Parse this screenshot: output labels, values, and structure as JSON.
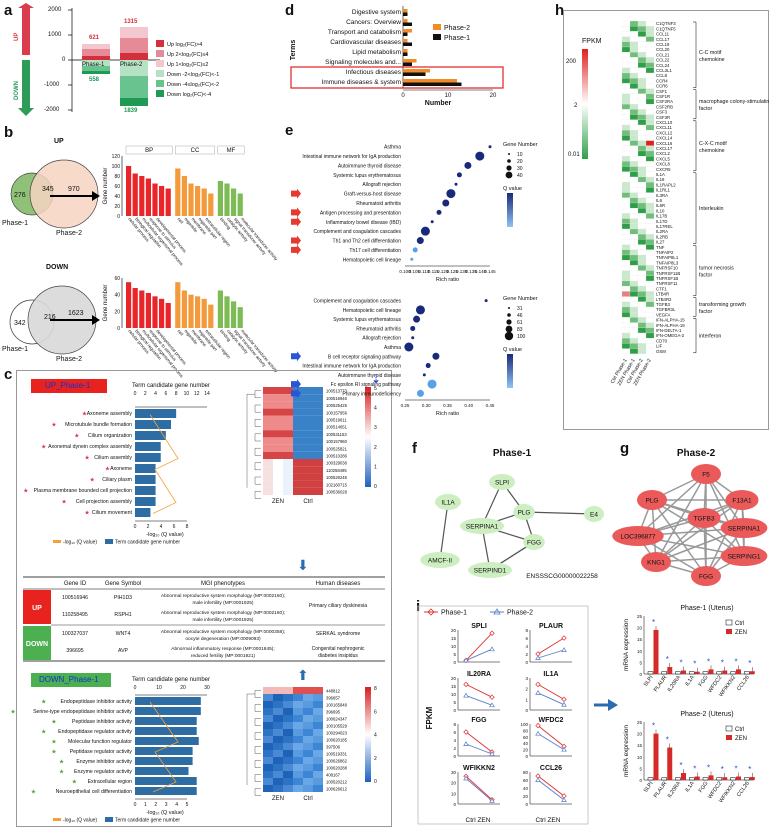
{
  "panel_labels": {
    "a": "a",
    "b": "b",
    "c": "c",
    "d": "d",
    "e": "e",
    "f": "f",
    "g": "g",
    "h": "h",
    "i": "i"
  },
  "panel_a": {
    "up_arrow": "UP",
    "down_arrow": "DOWN",
    "yticks": [
      "2000",
      "1000",
      "0",
      "-1000",
      "-2000"
    ],
    "categories": [
      "Phase-1",
      "Phase-2"
    ],
    "up_totals": [
      "621",
      "1315"
    ],
    "down_totals": [
      "558",
      "1839"
    ],
    "legend": [
      "Up log₂(FC)>4",
      "Up 2<log₂(FC)≤4",
      "Up 1<log₂(FC)≤2",
      "Down -2<log₂(FC)<-1",
      "Down -4≤log₂(FC)<-2",
      "Down log₂(FC)<-4"
    ],
    "legend_colors": [
      "#d32f3c",
      "#e68a98",
      "#f4c6cd",
      "#b6e2c4",
      "#69c38f",
      "#1f9a55"
    ]
  },
  "chart_data": [
    {
      "type": "bar",
      "title": "",
      "categories": [
        "Phase-1",
        "Phase-2"
      ],
      "series": [
        {
          "name": "Up",
          "values": [
            621,
            1315
          ]
        },
        {
          "name": "Down",
          "values": [
            -558,
            -1839
          ]
        }
      ],
      "ylim": [
        -2000,
        2000
      ]
    },
    {
      "type": "bar",
      "categories": [
        "Digestive system",
        "Cancers: Overview",
        "Transport and catabolism",
        "Cardiovascular diseases",
        "Lipid metabolism",
        "Signaling molecules and...",
        "Infectious diseases",
        "Immune diseases & system"
      ],
      "series": [
        {
          "name": "Phase-2",
          "values": [
            1,
            1,
            2,
            1,
            1,
            3,
            6,
            12
          ]
        },
        {
          "name": "Phase-1",
          "values": [
            1,
            2,
            1,
            2,
            1,
            2,
            5,
            13
          ]
        }
      ],
      "xlabel": "Number",
      "ylabel": "Terms",
      "xlim": [
        0,
        20
      ]
    },
    {
      "type": "bar",
      "categories": [
        "BP",
        "CC",
        "MF"
      ],
      "ylabel": "Gene number",
      "ylim": [
        0,
        120
      ],
      "series": [
        {
          "name": "UP",
          "values": [
            100,
            85,
            80,
            75,
            65,
            60,
            55,
            95,
            80,
            65,
            60,
            55,
            45,
            70,
            65,
            55,
            45
          ]
        }
      ]
    },
    {
      "type": "bar",
      "categories": [
        "BP",
        "CC",
        "MF"
      ],
      "ylabel": "Gene number",
      "ylim": [
        0,
        60
      ],
      "series": [
        {
          "name": "DOWN",
          "values": [
            55,
            48,
            45,
            42,
            38,
            35,
            30,
            55,
            45,
            40,
            38,
            35,
            28,
            45,
            38,
            32,
            25
          ]
        }
      ]
    }
  ],
  "panel_b": {
    "up_title": "UP",
    "down_title": "DOWN",
    "up_venn": {
      "left": "276",
      "mid": "345",
      "right": "970",
      "l": "Phase-1",
      "r": "Phase-2"
    },
    "down_venn": {
      "left": "342",
      "mid": "216",
      "right": "1623",
      "l": "Phase-1",
      "r": "Phase-2"
    },
    "go_heads": [
      "BP",
      "CC",
      "MF"
    ],
    "yaxis": "Gene number",
    "up_yticks": [
      "120",
      "100",
      "80",
      "60",
      "40",
      "20",
      "0"
    ],
    "down_yticks": [
      "60",
      "40",
      "20",
      "0"
    ],
    "bp_terms": [
      "cellular process",
      "biological regulation",
      "multicellular organismal process",
      "response to stimulus",
      "developmental process"
    ],
    "cc_terms": [
      "cell",
      "organelle",
      "membrane",
      "organelle part",
      "extracellular region"
    ],
    "mf_terms": [
      "binding",
      "catalytic activity",
      "signal transducer activity",
      "molecular transducer activity"
    ]
  },
  "panel_c": {
    "up_title": "UP_Phase-1",
    "down_title": "DOWN_Phase-1",
    "axis_top": "Term candidate gene number",
    "up_top_ticks": [
      "0",
      "2",
      "4",
      "6",
      "8",
      "10",
      "12",
      "14"
    ],
    "down_top_ticks": [
      "0",
      "10",
      "20",
      "30"
    ],
    "up_terms": [
      "Axoneme assembly",
      "Microtubule bundle formation",
      "Cilium organization",
      "Axonemal dynein complex assembly",
      "Cilium assembly",
      "Axoneme",
      "Ciliary plasm",
      "Plasma membrane bounded cell projection",
      "Cell projection assembly",
      "Cilium movement"
    ],
    "up_values": [
      8,
      7,
      6,
      5,
      5,
      4,
      4,
      4,
      4,
      3
    ],
    "down_terms": [
      "Endopeptidase inhibitor activity",
      "Serine-type endopeptidase inhibitor activity",
      "Peptidase inhibitor activity",
      "Endopeptidase regulator activity",
      "Molecular function regulator",
      "Peptidase regulator activity",
      "Enzyme inhibitor activity",
      "Enzyme regulator activity",
      "Extracellular region",
      "Neuroepithelial cell differentiation"
    ],
    "down_values": [
      32,
      32,
      30,
      30,
      31,
      28,
      28,
      26,
      30,
      30
    ],
    "bottom_axis": "-log₁₀ (Q value)",
    "up_bottom_ticks": [
      "0",
      "2",
      "4",
      "6",
      "8"
    ],
    "down_bottom_ticks": [
      "0",
      "1",
      "2",
      "3",
      "4",
      "5"
    ],
    "legend_line": "-log₁₀ (Q value)",
    "legend_bar": "Term candidate gene number",
    "heat_cols": [
      "ZEN",
      "Ctrl"
    ],
    "up_scale": [
      "5",
      "4",
      "3",
      "2",
      "1",
      "0"
    ],
    "down_scale": [
      "8",
      "6",
      "4",
      "2",
      "0"
    ],
    "up_genes": [
      "100513773",
      "100516946",
      "100625425",
      "100157956",
      "100519611",
      "100514651",
      "100531153",
      "100157960",
      "100525821",
      "100510286",
      "100329036",
      "110258495",
      "100626246",
      "102160715",
      "100536028"
    ],
    "down_genes": [
      "448812",
      "396657",
      "100165848",
      "396695",
      "100624347",
      "100105529",
      "100294023",
      "100620185",
      "397506",
      "100519331",
      "100626862",
      "100620288",
      "408167",
      "100520212",
      "100626612"
    ],
    "table_headers": [
      "Gene ID",
      "Gene Symbol",
      "MGI phenotypes",
      "Human diseases"
    ],
    "table_rows": [
      {
        "group": "UP",
        "id": "100516946",
        "sym": "PIH1D3",
        "pheno": "Abnormal reproductive system morphology (MP:0002160); male infertility (MP:0001925)",
        "disease": "Primary ciliary dyskinesia"
      },
      {
        "group": "",
        "id": "110258495",
        "sym": "RSPH1",
        "pheno": "Abnormal reproductive system morphology (MP:0002160); male infertility (MP:0001925)",
        "disease": ""
      },
      {
        "group": "DOWN",
        "id": "100327037",
        "sym": "WNT4",
        "pheno": "Abnormal reproductive system morphology (MP:0000358); oocyte degeneration (MP:0009093)",
        "disease": "SERKAL syndrome"
      },
      {
        "group": "",
        "id": "396695",
        "sym": "AVP",
        "pheno": "Abnormal inflammatory response (MP:0001845); reduced fertility (MP:0001921)",
        "disease": "Congenital nephrogenic diabetes insipidus"
      }
    ]
  },
  "panel_d": {
    "yaxis": "Terms",
    "xaxis": "Number",
    "xticks": [
      "0",
      "10",
      "20"
    ],
    "legend": [
      "Phase-2",
      "Phase-1"
    ]
  },
  "panel_e": {
    "top_terms": [
      "Asthma",
      "Intestinal immune network for IgA production",
      "Autoimmune thyroid disease",
      "Systemic lupus erythematosus",
      "Allograft rejection",
      "Graft-versus-host disease",
      "Rheumatoid arthritis",
      "Antigen processing and presentation",
      "Inflammatory bowel disease (IBD)",
      "Complement and coagulation cascades",
      "Th1 and Th2 cell differentiation",
      "Th17 cell differentiation",
      "Hematopoietic cell lineage"
    ],
    "top_ratio": [
      0.148,
      0.142,
      0.135,
      0.13,
      0.128,
      0.125,
      0.122,
      0.118,
      0.114,
      0.11,
      0.107,
      0.104,
      0.102
    ],
    "top_xticks": [
      "0.100",
      "0.105",
      "0.110",
      "0.115",
      "0.120",
      "0.125",
      "0.130",
      "0.135",
      "0.140",
      "0.145"
    ],
    "bottom_terms": [
      "Complement and coagulation cascades",
      "Hematopoietic cell lineage",
      "Systemic lupus erythematosus",
      "Rheumatoid arthritis",
      "Allograft rejection",
      "Asthma",
      "B cell receptor signaling pathway",
      "Intestinal immune network for IgA production",
      "Autoimmune thyroid disease",
      "Fc epsilon RI signaling pathway",
      "Primary immunodeficiency"
    ],
    "bottom_ratio": [
      0.45,
      0.28,
      0.27,
      0.26,
      0.26,
      0.25,
      0.32,
      0.3,
      0.29,
      0.31,
      0.28
    ],
    "bottom_xticks": [
      "0.25",
      "0.30",
      "0.35",
      "0.40",
      "0.45"
    ],
    "xaxis": "Rich ratio",
    "legend_gene": "Gene Number",
    "legend_q": "Q value",
    "top_sizes": [
      "10",
      "20",
      "30",
      "40"
    ],
    "bottom_sizes": [
      "31",
      "46",
      "61",
      "83",
      "100"
    ]
  },
  "panel_f": {
    "title": "Phase-1",
    "nodes": [
      "SLPI",
      "IL1A",
      "PLG",
      "E4",
      "SERPINA1",
      "FGG",
      "AMCF-II",
      "SERPIND1",
      "ENSSSCG00000022258"
    ]
  },
  "panel_g": {
    "title": "Phase-2",
    "nodes": [
      "F5",
      "PLG",
      "F13A1",
      "TGFB3",
      "SERPINA1",
      "LOC396877",
      "SERPING1",
      "KNG1",
      "FGG"
    ]
  },
  "panel_h": {
    "fpkm": "FPKM",
    "scale": [
      "200",
      "2",
      "0.01"
    ],
    "cols": [
      "Ctrl Phase-1",
      "ZEN Phase-1",
      "Ctrl Phase-2",
      "ZEN Phase-2"
    ],
    "genes": [
      "C1QTNF3",
      "C1QTNF5",
      "CCL11",
      "CCL17",
      "CCL19",
      "CCL20",
      "CCL21",
      "CCL22",
      "CCL24",
      "CCL3L1",
      "CCL8",
      "CCR4",
      "CCR6",
      "CSF1",
      "CSF1R",
      "CSF2RA",
      "CSF2RB",
      "CSF3",
      "CSF3R",
      "CXCL10",
      "CXCL11",
      "CXCL12",
      "CXCL14",
      "CXCL16",
      "CXCL17",
      "CXCL2",
      "CXCL5",
      "CXCL8",
      "CXCR5",
      "IL1A",
      "IL18",
      "IL1RAPL2",
      "IL1RL1",
      "IL3RA",
      "IL6",
      "IL6R",
      "IL10",
      "IL17B",
      "IL17D",
      "IL17REL",
      "IL2RA",
      "IL2RB",
      "IL27",
      "TNF",
      "TNFAIP2",
      "TNFAIP8L1",
      "TNFAIP8L3",
      "TNFRSF10",
      "TNFRSF11B",
      "TNFRSF1B",
      "TNFRSF11",
      "CTF1",
      "LTB4R",
      "LTB4R2",
      "TGFB3",
      "TGFBR3L",
      "VEGFA",
      "IFN-ALPHA-15",
      "IFN-ALPHA-19",
      "IFN-DELTA-1",
      "IFN-OMEGA-2",
      "CD70",
      "LIF",
      "OSM"
    ],
    "groups": [
      "C-C motif chemokine",
      "macrophage colony-stimulating factor",
      "C-X-C motif chemokine",
      "Interleukin",
      "tumor necrosis factor",
      "transforming growth factor",
      "interferon"
    ]
  },
  "panel_i": {
    "legend": [
      "Phase-1",
      "Phase-2"
    ],
    "ylabel": "FPKM",
    "small": [
      {
        "name": "SPLI",
        "ticks": [
          "20",
          "15",
          "10",
          "5",
          "0"
        ],
        "p1": [
          1,
          18
        ],
        "p2": [
          1,
          8
        ]
      },
      {
        "name": "PLAUR",
        "ticks": [
          "8",
          "6",
          "4",
          "2",
          "0"
        ],
        "p1": [
          2,
          6
        ],
        "p2": [
          1,
          3
        ]
      },
      {
        "name": "IL20RA",
        "ticks": [
          "20",
          "15",
          "10",
          "5",
          "0"
        ],
        "p1": [
          16,
          8
        ],
        "p2": [
          9,
          3
        ]
      },
      {
        "name": "IL1A",
        "ticks": [
          "3",
          "2",
          "1",
          "0"
        ],
        "p1": [
          2.4,
          1
        ],
        "p2": [
          1.6,
          0.5
        ]
      },
      {
        "name": "FGG",
        "ticks": [
          "8",
          "6",
          "4",
          "2",
          "0"
        ],
        "p1": [
          6,
          1
        ],
        "p2": [
          3,
          0.5
        ]
      },
      {
        "name": "WFDC2",
        "ticks": [
          "100",
          "80",
          "60",
          "40",
          "20",
          "0"
        ],
        "p1": [
          95,
          30
        ],
        "p2": [
          70,
          20
        ]
      },
      {
        "name": "WFIKKN2",
        "ticks": [
          "30",
          "20",
          "10",
          "0"
        ],
        "p1": [
          26,
          4
        ],
        "p2": [
          24,
          3
        ]
      },
      {
        "name": "CCL26",
        "ticks": [
          "80",
          "60",
          "40",
          "20",
          "0"
        ],
        "p1": [
          70,
          20
        ],
        "p2": [
          60,
          10
        ]
      }
    ],
    "xcats": [
      "Ctrl",
      "ZEN"
    ],
    "right_titles": [
      "Phase-1 (Uterus)",
      "Phase-2 (Uterus)"
    ],
    "right_ylabel": "mRNA expression",
    "right_legend": [
      "Ctrl",
      "ZEN"
    ],
    "right_genes": [
      "SLPI",
      "PLAUR",
      "IL20RA",
      "IL1A",
      "FGG",
      "WFDC2",
      "WFIKKN2",
      "CCL26"
    ],
    "p1_ticks": [
      "25",
      "20",
      "15",
      "10",
      "5",
      "0"
    ],
    "p2_ticks": [
      "25",
      "20",
      "15",
      "10",
      "5",
      "0"
    ],
    "p1_values": {
      "ctrl": [
        1,
        1,
        1,
        1,
        1,
        1,
        1,
        1
      ],
      "zen": [
        19,
        3,
        1.5,
        1,
        2,
        1.5,
        2,
        1.2
      ]
    },
    "p2_values": {
      "ctrl": [
        1,
        1,
        1,
        1,
        1,
        1,
        1,
        1
      ],
      "zen": [
        20,
        14,
        3,
        1.5,
        2,
        1.2,
        1.5,
        1.3
      ]
    }
  }
}
